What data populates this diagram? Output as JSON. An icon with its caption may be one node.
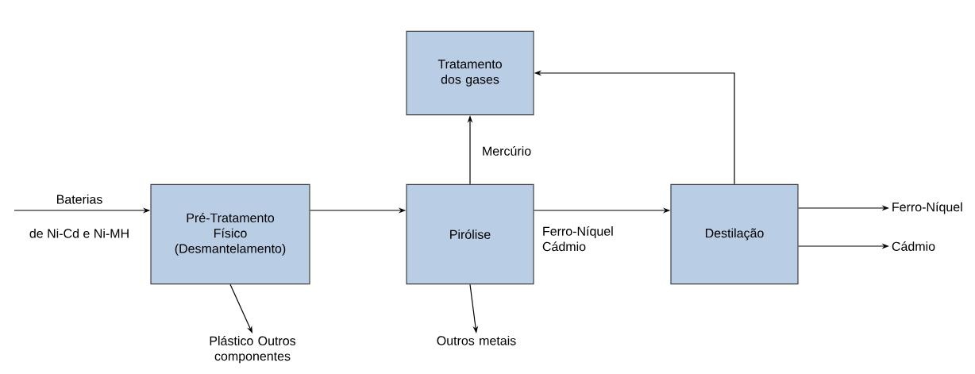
{
  "diagram": {
    "nodes": [
      {
        "text": [
          "Pré-Tratamento Físico (Desmantelamento)"
        ]
      },
      {
        "text": [
          "Pirólise"
        ]
      },
      {
        "text": [
          "Tratamento dos gases"
        ]
      },
      {
        "text": [
          "Destilação"
        ]
      },
      {
        "text": [
          "Plástico Outros componentes"
        ]
      },
      {
        "text": [
          "Outros metais"
        ]
      },
      {
        "text": [
          "Ferro-Níquel"
        ]
      },
      {
        "text": [
          "Cádmio"
        ]
      }
    ],
    "edges": [
      {
        "from": null,
        "to": 0,
        "arrow": "to",
        "label": "Baterias"
      },
      {
        "from": 0,
        "to": 1,
        "arrow": "to"
      },
      {
        "from": 1,
        "to": 2,
        "arrow": "to",
        "label": "Mercúrio"
      },
      {
        "from": 1,
        "to": 3,
        "arrow": "to",
        "label": "Ferro-Níquel Cádmio"
      },
      {
        "from": 3,
        "to": 2,
        "arrow": "to"
      },
      {
        "from": 0,
        "to": 4,
        "arrow": "to"
      },
      {
        "from": 1,
        "to": 5,
        "arrow": "to"
      },
      {
        "from": 3,
        "to": 6,
        "arrow": "to"
      },
      {
        "from": 3,
        "to": 7,
        "arrow": "to"
      }
    ],
    "labels": [
      "de Ni-Cd e Ni-MH"
    ]
  }
}
